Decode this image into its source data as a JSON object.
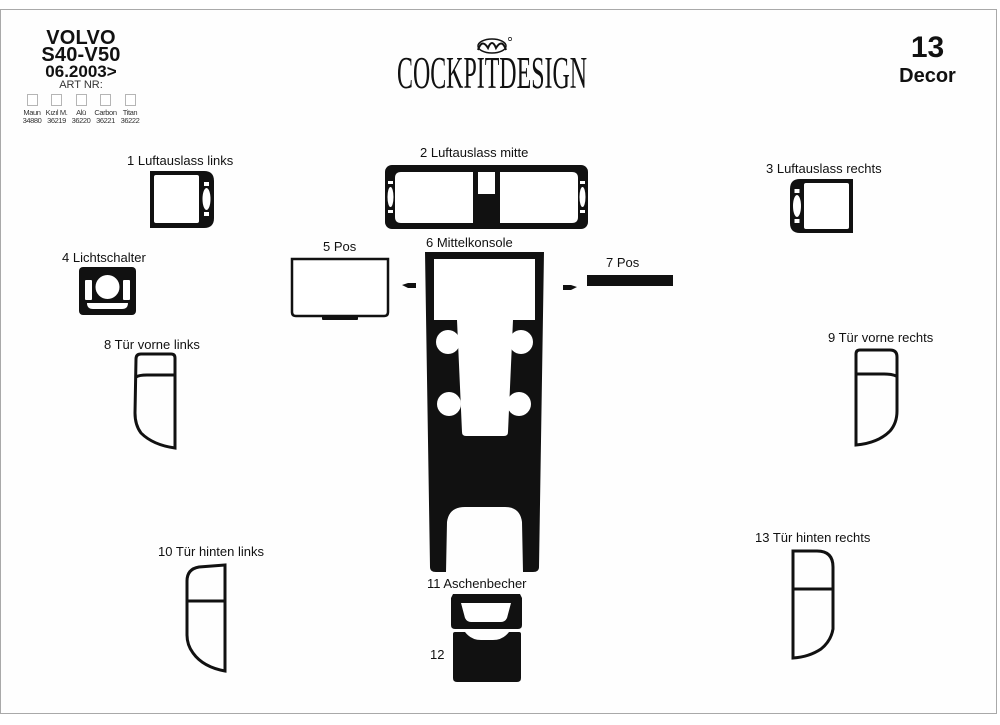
{
  "header": {
    "brand": "VOLVO",
    "model": "S40-V50",
    "date": "06.2003>",
    "art_nr_label": "ART NR:",
    "variants": [
      {
        "name": "Maun",
        "number": "34880"
      },
      {
        "name": "Kızıl M.",
        "number": "36219"
      },
      {
        "name": "Alü",
        "number": "36220"
      },
      {
        "name": "Carbon",
        "number": "36221"
      },
      {
        "name": "Titan",
        "number": "36222"
      }
    ],
    "logo_text": "COCKPITDESIGN",
    "logo_emblem": "MV",
    "page_number": "13",
    "page_subtitle": "Decor"
  },
  "parts": [
    {
      "number": "1",
      "label": "1  Luftauslass links"
    },
    {
      "number": "2",
      "label": "2  Luftauslass mitte"
    },
    {
      "number": "3",
      "label": "3  Luftauslass rechts"
    },
    {
      "number": "4",
      "label": "4  Lichtschalter"
    },
    {
      "number": "5",
      "label": "5 Pos"
    },
    {
      "number": "6",
      "label": "6   Mittelkonsole"
    },
    {
      "number": "7",
      "label": "7  Pos"
    },
    {
      "number": "8",
      "label": "8 Tür vorne links"
    },
    {
      "number": "9",
      "label": "9 Tür vorne rechts"
    },
    {
      "number": "10",
      "label": "10 Tür hinten links"
    },
    {
      "number": "11",
      "label": "11 Aschenbecher"
    },
    {
      "number": "12",
      "label": "12"
    },
    {
      "number": "13",
      "label": "13 Tür hinten rechts"
    }
  ],
  "colors": {
    "part_fill": "#111111",
    "border": "#a9a9a9",
    "background": "#ffffff"
  }
}
